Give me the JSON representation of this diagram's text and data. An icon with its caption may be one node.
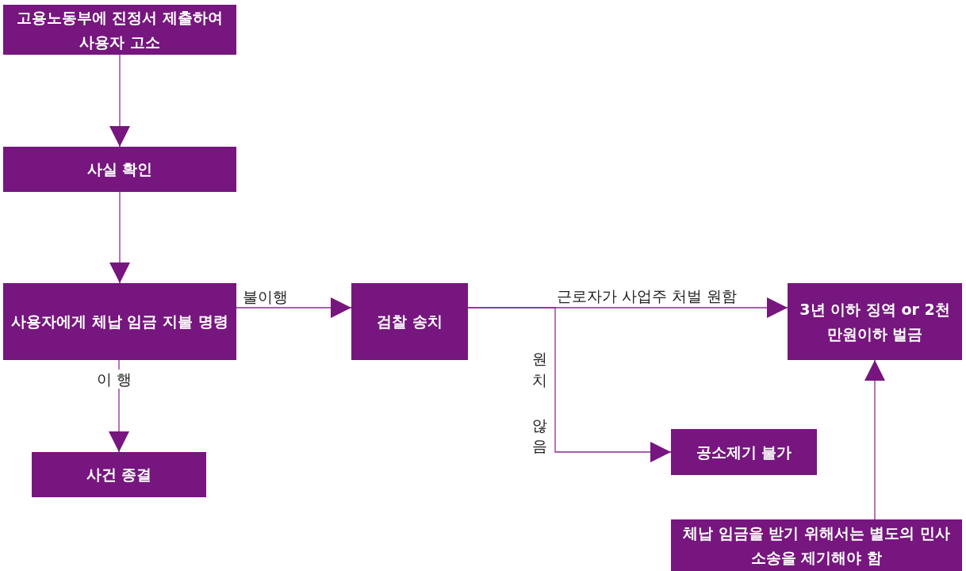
{
  "diagram": {
    "nodes": [
      {
        "text": [
          "고용노동부에 진정서 제출하여 사용자 고소"
        ]
      },
      {
        "text": [
          "사실 확인"
        ]
      },
      {
        "text": [
          "사용자에게 체납 임금 지불 명령"
        ]
      },
      {
        "text": [
          "사건 종결"
        ]
      },
      {
        "text": [
          "검찰 송치"
        ]
      },
      {
        "text": [
          "3년 이하 징역 or 2천만원이하 벌금"
        ]
      },
      {
        "text": [
          "공소제기 불가"
        ]
      },
      {
        "text": [
          "체납 임금을 받기 위해서는 별도의 민사 소송을 제기해야 함"
        ]
      }
    ],
    "edges": [
      {
        "from": 0,
        "to": 1,
        "arrow": "to"
      },
      {
        "from": 1,
        "to": 2,
        "arrow": "to"
      },
      {
        "from": 2,
        "to": 3,
        "arrow": "to",
        "label": "이 행"
      },
      {
        "from": 2,
        "to": 4,
        "arrow": "to",
        "label": "불이행"
      },
      {
        "from": 4,
        "to": 5,
        "arrow": "to",
        "label": "근로자가 사업주 처벌 원함"
      },
      {
        "from": 4,
        "to": 6,
        "arrow": "to",
        "label": "원치 않음"
      },
      {
        "from": 7,
        "to": 5,
        "arrow": "to"
      }
    ]
  }
}
